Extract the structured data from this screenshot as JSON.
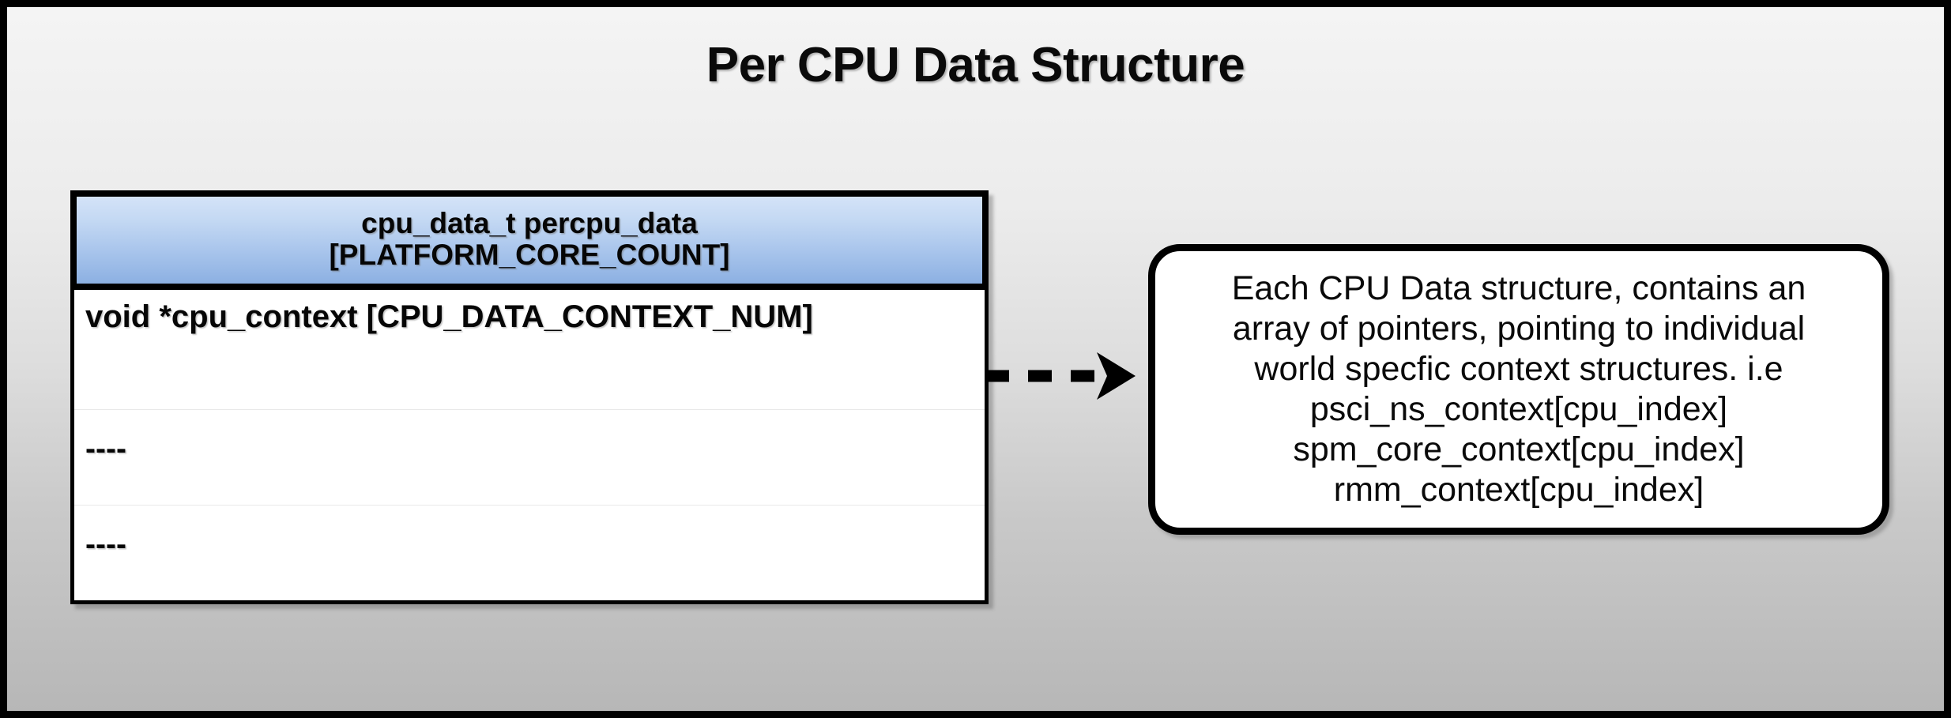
{
  "slide": {
    "title": "Per CPU Data Structure",
    "background_top_color": "#f4f4f4",
    "background_bottom_color": "#b7b7b7",
    "border_color": "#000000"
  },
  "struct_table": {
    "header": {
      "line1": "cpu_data_t percpu_data",
      "line2": "[PLATFORM_CORE_COUNT]",
      "gradient_top_color": "#d4e3f8",
      "gradient_bottom_color": "#8cb0e2"
    },
    "rows": [
      {
        "label": "void *cpu_context [CPU_DATA_CONTEXT_NUM]"
      },
      {
        "label": "----"
      },
      {
        "label": "----"
      }
    ]
  },
  "connector": {
    "style": "dashed-arrow",
    "direction": "right",
    "color": "#000000",
    "dash_count": 3
  },
  "callout": {
    "lines": [
      "Each CPU Data structure, contains an",
      "array of pointers, pointing to individual",
      "world specfic context structures. i.e",
      "psci_ns_context[cpu_index]",
      "spm_core_context[cpu_index]",
      "rmm_context[cpu_index]"
    ]
  }
}
